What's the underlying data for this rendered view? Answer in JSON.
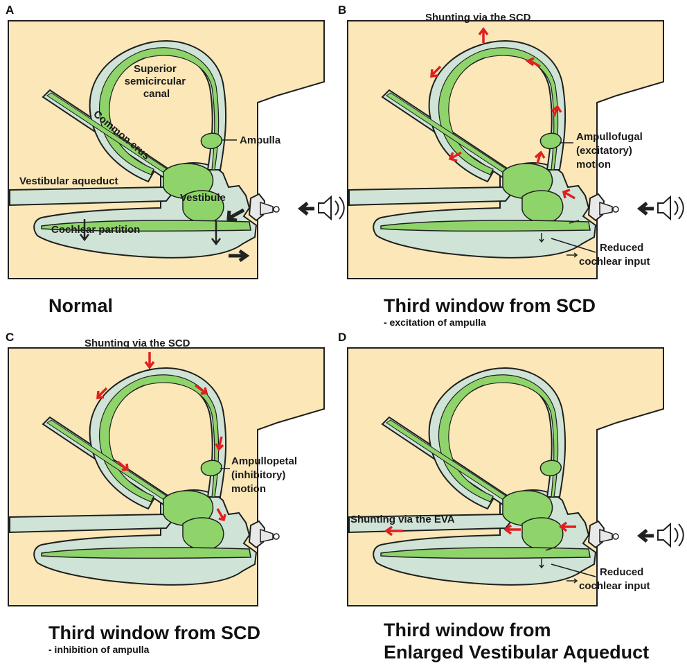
{
  "panels": [
    {
      "letter": "A",
      "title_lines": [
        "Normal"
      ],
      "subtitle": "",
      "labels": {
        "canal": [
          "Superior",
          "semicircular",
          "canal"
        ],
        "crus": "Common crus",
        "ampulla": "Ampulla",
        "aqueduct": "Vestibular aqueduct",
        "vestibule": "Vestibule",
        "cochlea": "Cochlear partition"
      }
    },
    {
      "letter": "B",
      "title_lines": [
        "Third window from SCD"
      ],
      "subtitle": "- excitation of ampulla",
      "labels": {
        "shunt": "Shunting via the SCD",
        "ampulla": [
          "Ampullofugal",
          "(excitatory)",
          "motion"
        ],
        "reduced": [
          "Reduced",
          "cochlear input"
        ]
      }
    },
    {
      "letter": "C",
      "title_lines": [
        "Third window from SCD"
      ],
      "subtitle": "- inhibition of ampulla",
      "labels": {
        "shunt": "Shunting via the SCD",
        "ampulla": [
          "Ampullopetal",
          "(inhibitory)",
          "motion"
        ]
      }
    },
    {
      "letter": "D",
      "title_lines": [
        "Third window from",
        "Enlarged Vestibular Aqueduct"
      ],
      "subtitle": "",
      "labels": {
        "shunt": "Shunting via the EVA",
        "reduced": [
          "Reduced",
          "cochlear input"
        ]
      }
    }
  ],
  "colors": {
    "bone": "#fbe7b7",
    "perilymph": "#cfe3d6",
    "endolymph": "#8fd46a",
    "outline": "#1f1f1f",
    "arrow_red": "#e02020",
    "arrow_dark": "#222222",
    "stapes": "#e8e8e8"
  }
}
